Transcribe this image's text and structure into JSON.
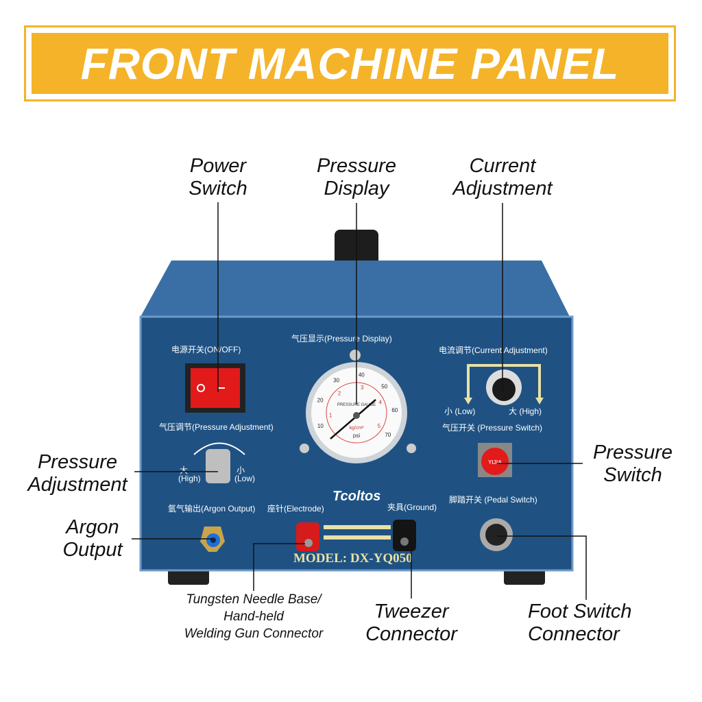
{
  "banner": {
    "title": "FRONT MACHINE PANEL"
  },
  "callouts": {
    "power_switch": [
      "Power",
      "Switch"
    ],
    "pressure_display": [
      "Pressure",
      "Display"
    ],
    "current_adjustment": [
      "Current",
      "Adjustment"
    ],
    "pressure_adjustment": [
      "Pressure",
      "Adjustment"
    ],
    "pressure_switch": [
      "Pressure",
      "Switch"
    ],
    "argon_output": [
      "Argon",
      "Output"
    ],
    "tungsten": [
      "Tungsten Needle Base/",
      "Hand-held",
      "Welding Gun Connector"
    ],
    "tweezer": [
      "Tweezer",
      "Connector"
    ],
    "foot_switch": [
      "Foot Switch",
      "Connector"
    ]
  },
  "panel": {
    "on_off": "电源开关(ON/OFF)",
    "pressure_display": "气压显示(Pressure Display)",
    "current_adjustment": "电流调节(Current Adjustment)",
    "pressure_adjustment": "气压调节(Pressure Adjustment)",
    "low": "小 (Low)",
    "high": "大 (High)",
    "pa_high_cn": "大",
    "pa_high": "(High)",
    "pa_low_cn": "小",
    "pa_low": "(Low)",
    "pressure_switch": "气压开关 (Pressure Switch)",
    "argon_output": "氩气输出(Argon Output)",
    "electrode": "座针(Electrode)",
    "ground": "夹具(Ground)",
    "pedal_switch": "脚踏开关 (Pedal Switch)",
    "brand": "Tcoltos",
    "model": "MODEL: DX-YQ050",
    "button_brand": "YIJIA",
    "gauge_label": "PRESSURE GAUGE",
    "gauge_unit": "kg/cm²",
    "gauge_psi": "psi",
    "gauge_psi_ticks": [
      "10",
      "20",
      "30",
      "40",
      "50",
      "60",
      "70"
    ],
    "gauge_kg_ticks": [
      "1",
      "2",
      "3",
      "4",
      "5"
    ]
  },
  "colors": {
    "banner": "#f4b328",
    "panel": "#1f5283",
    "top": "#3a6fa6"
  }
}
